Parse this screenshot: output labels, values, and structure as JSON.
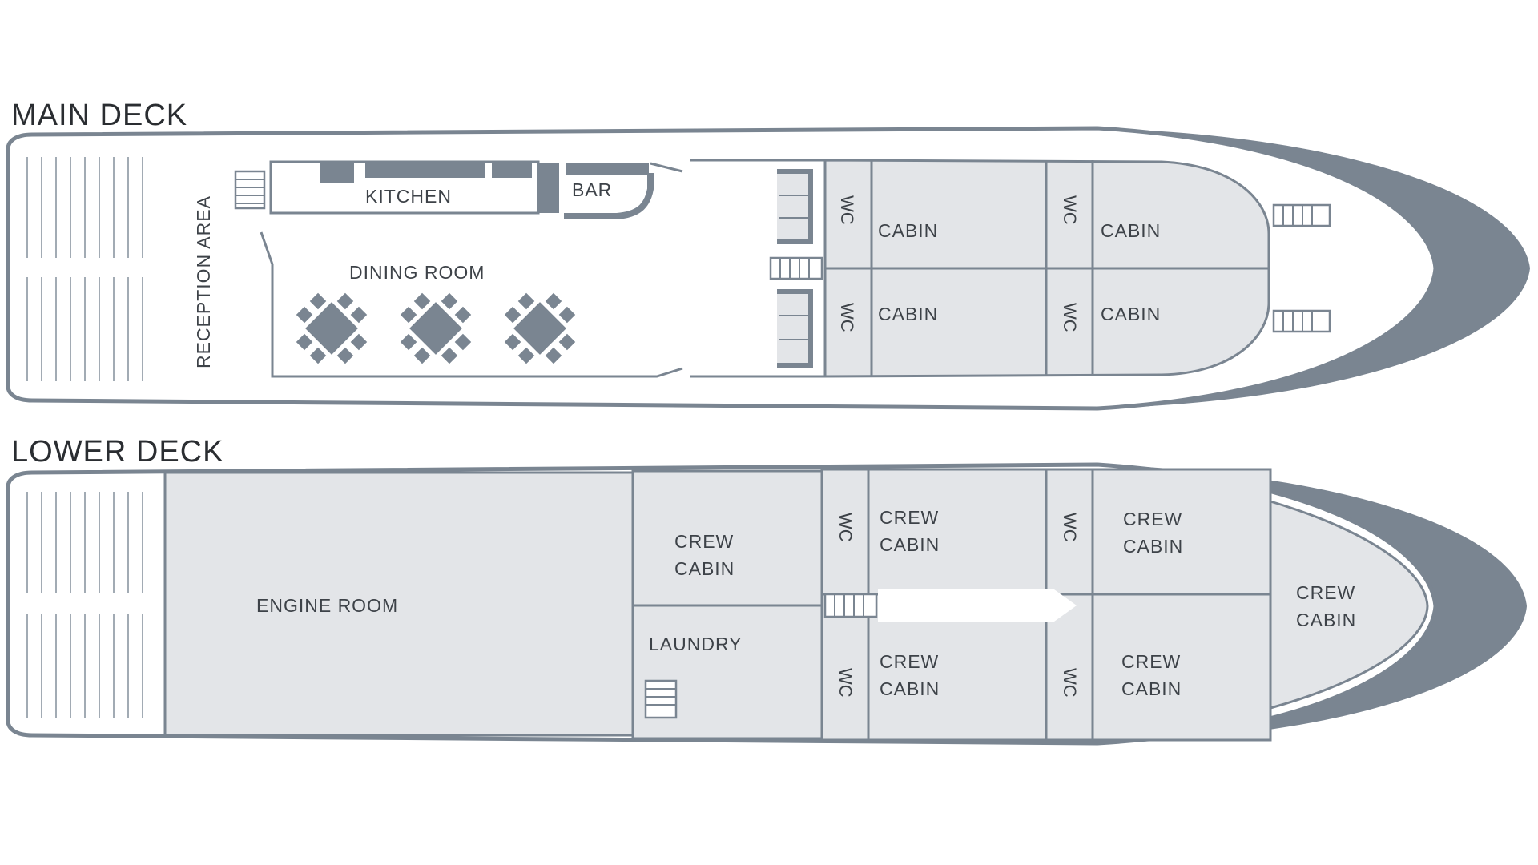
{
  "main_deck": {
    "title": "MAIN DECK",
    "reception_label": "RECEPTION AREA",
    "kitchen_label": "KITCHEN",
    "bar_label": "BAR",
    "dining_label": "DINING ROOM",
    "cabins": [
      {
        "label": "CABIN",
        "wc": "WC"
      },
      {
        "label": "CABIN",
        "wc": "WC"
      },
      {
        "label": "CABIN",
        "wc": "WC"
      },
      {
        "label": "CABIN",
        "wc": "WC"
      }
    ]
  },
  "lower_deck": {
    "title": "LOWER DECK",
    "engine_label": "ENGINE ROOM",
    "laundry_label": "LAUNDRY",
    "crew_cabin_line1": "CREW",
    "crew_cabin_line2": "CABIN",
    "wc": "WC"
  },
  "colors": {
    "hull": "#7a8591",
    "floor": "#e3e5e8",
    "text": "#3d4248"
  }
}
